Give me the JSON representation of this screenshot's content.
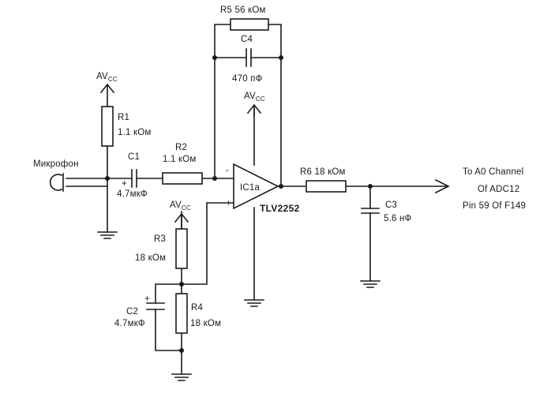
{
  "labels": {
    "r5": "R5  56 кОм",
    "c4": "C4",
    "c4_value": "470 пФ",
    "r1": "R1",
    "r1_value": "1.1 кОм",
    "c1": "C1",
    "c1_value": "4.7мкФ",
    "r2": "R2",
    "r2_value": "1.1 кОм",
    "microphone": "Микрофон",
    "ic": "IC1a",
    "ic_part": "TLV2252",
    "r6": "R6 18 кОм",
    "c3": "C3",
    "c3_value": "5.6 нФ",
    "r3": "R3",
    "r3_value": "18 кОм",
    "c2": "C2",
    "c2_value": "4.7мкФ",
    "r4": "R4",
    "r4_value": "18 кОм",
    "output_line1": "To A0 Channel",
    "output_line2": "Of ADC12",
    "output_line3": "Pin 59 Of F149"
  },
  "supply": {
    "main": "AV",
    "sub": "CC"
  },
  "pins": {
    "inverting": "-",
    "non_inverting": "+"
  },
  "polarity": {
    "c1": "+",
    "c2": "+"
  }
}
